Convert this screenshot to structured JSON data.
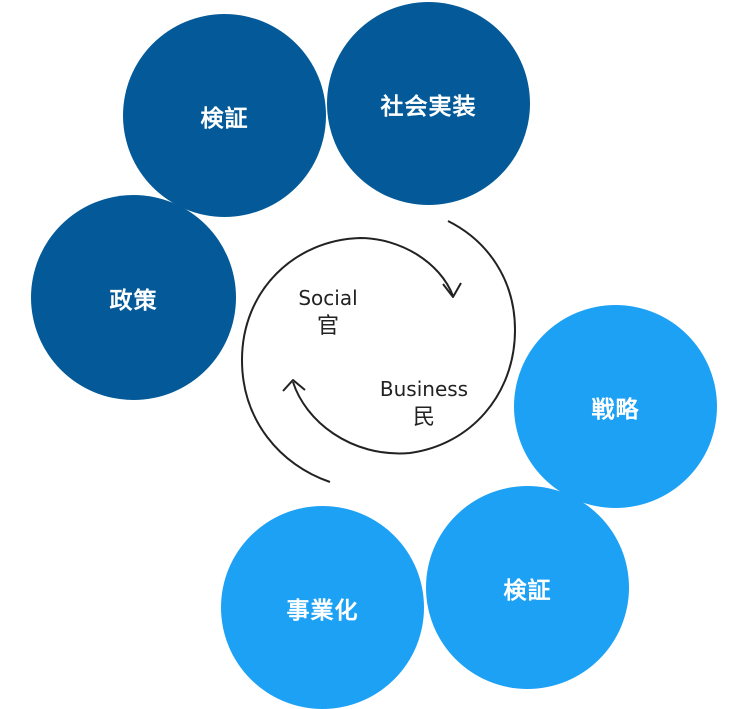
{
  "colors": {
    "government": "#045a98",
    "business": "#1da1f5",
    "arrow": "#222222"
  },
  "government_cycle": {
    "policy": "政策",
    "verification": "検証",
    "social_implementation": "社会実装"
  },
  "business_cycle": {
    "strategy": "戦略",
    "verification": "検証",
    "commercialization": "事業化"
  },
  "center": {
    "social_en": "Social",
    "social_ja": "官",
    "business_en": "Business",
    "business_ja": "民"
  }
}
